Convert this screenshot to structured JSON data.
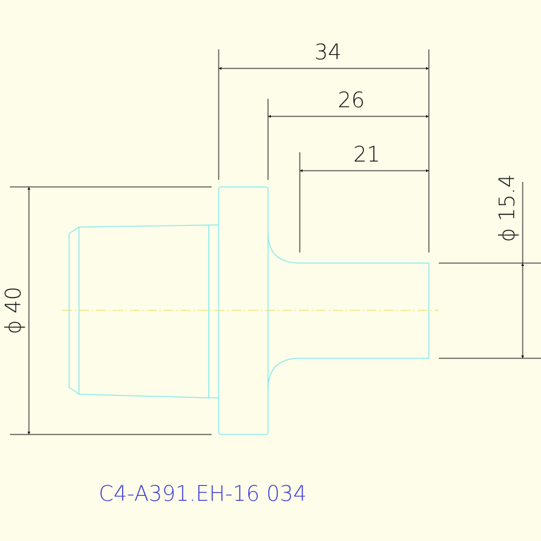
{
  "drawing": {
    "background": "#fdfde9",
    "line_color": "#111111",
    "part_color": "#7fe8ee",
    "centerline_color": "#e8e060",
    "dimensions": {
      "overall_length": "34",
      "flange_to_end": "26",
      "shaft_length": "21",
      "flange_diameter": "ϕ 40",
      "shaft_diameter": "ϕ 15.4"
    },
    "part_number": "C4-A391.EH-16 034",
    "part_number_color": "#3a3ad6"
  }
}
